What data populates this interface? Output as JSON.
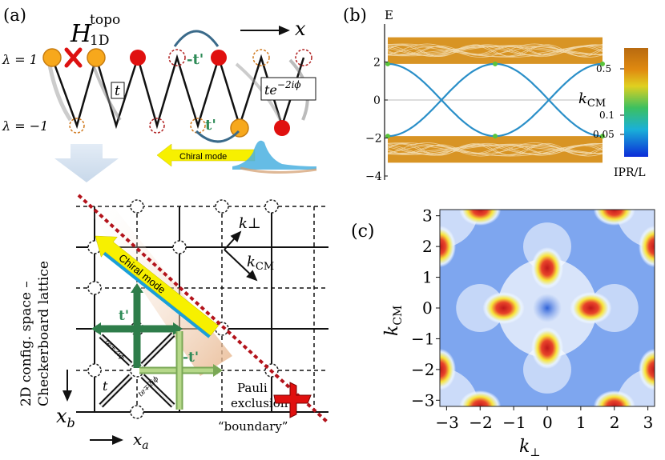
{
  "panel_a": {
    "label": "(a)",
    "hamiltonian_base": "H",
    "hamiltonian_sup": "topo",
    "hamiltonian_sub": "1D",
    "axis_x": "x",
    "lambda_plus": "λ = 1",
    "lambda_minus": "λ = −1",
    "hop_t": "t",
    "hop_tprime_a": "t'",
    "hop_tprime_b": "-t'",
    "hop_phase": "te",
    "hop_phase_exp": "−2iϕ",
    "chiral_mode": "Chiral mode",
    "side_title_1": "2D config. space –",
    "side_title_2": "Checkerboard lattice",
    "k_perp": "k⊥",
    "k_cm_base": "k",
    "k_cm_sub": "CM",
    "grid_tprime": "t'",
    "grid_minus_tprime": "-t'",
    "grid_phase1": "te±2iϕ",
    "grid_phase2": "te∓2iϕ",
    "grid_t": "t",
    "pauli_1": "Pauli",
    "pauli_2": "exclusion",
    "pauli_3": "“boundary”",
    "xb_base": "x",
    "xb_sub": "b",
    "xa_base": "x",
    "xa_sub": "a"
  },
  "panel_b": {
    "label": "(b)",
    "ylabel": "E",
    "k_cm_base": "k",
    "k_cm_sub": "CM",
    "colorbar_label": "IPR/L",
    "colorbar_ticks": [
      "0.5",
      "0.1",
      "0.05"
    ]
  },
  "panel_c": {
    "label": "(c)",
    "xlabel_base": "k",
    "xlabel_sub": "⊥",
    "ylabel_base": "k",
    "ylabel_sub": "CM"
  },
  "colors": {
    "band": "#d4880c",
    "edge_state": "#2a8fc8",
    "site_red": "#e0100f",
    "site_orange": "#f7a81c",
    "arrow_green": "#2e8b57",
    "arrow_yellow": "#f7f000",
    "boundary": "#b3131b"
  },
  "chart_data": [
    {
      "type": "line",
      "title": "",
      "ylabel": "E",
      "ylim": [
        -4,
        4
      ],
      "yticks": [
        2,
        0,
        -2,
        -4
      ],
      "xlabel": "kCM",
      "x": [
        -3.14,
        -1.57,
        0,
        1.57,
        3.14
      ],
      "series": [
        {
          "values": [
            -1.9,
            0,
            1.9,
            0,
            -1.9
          ]
        },
        {
          "values": [
            1.9,
            0,
            -1.9,
            0,
            1.9
          ]
        }
      ],
      "bands": [
        [
          1.9,
          3.3
        ],
        [
          -3.3,
          -1.9
        ]
      ],
      "colorbar": {
        "label": "IPR/L",
        "ticks": [
          0.5,
          0.1,
          0.05
        ]
      }
    },
    {
      "type": "heatmap",
      "title": "",
      "xlabel": "k⊥",
      "ylabel": "kCM",
      "xlim": [
        -3.2,
        3.2
      ],
      "ylim": [
        -3.2,
        3.2
      ],
      "xticks": [
        -3,
        -2,
        -1,
        0,
        1,
        2,
        3
      ],
      "yticks": [
        3,
        2,
        1,
        0,
        -1,
        -2,
        -3
      ],
      "peaks": [
        {
          "x": -1.3,
          "y": 0
        },
        {
          "x": 1.3,
          "y": 0
        },
        {
          "x": 0,
          "y": 1.3
        },
        {
          "x": 0,
          "y": -1.3
        },
        {
          "x": -2,
          "y": 3.2
        },
        {
          "x": 2,
          "y": 3.2
        },
        {
          "x": -2,
          "y": -3.2
        },
        {
          "x": 2,
          "y": -3.2
        },
        {
          "x": -3.2,
          "y": 2
        },
        {
          "x": 3.2,
          "y": 2
        },
        {
          "x": -3.2,
          "y": -2
        },
        {
          "x": 3.2,
          "y": -2
        }
      ]
    }
  ]
}
